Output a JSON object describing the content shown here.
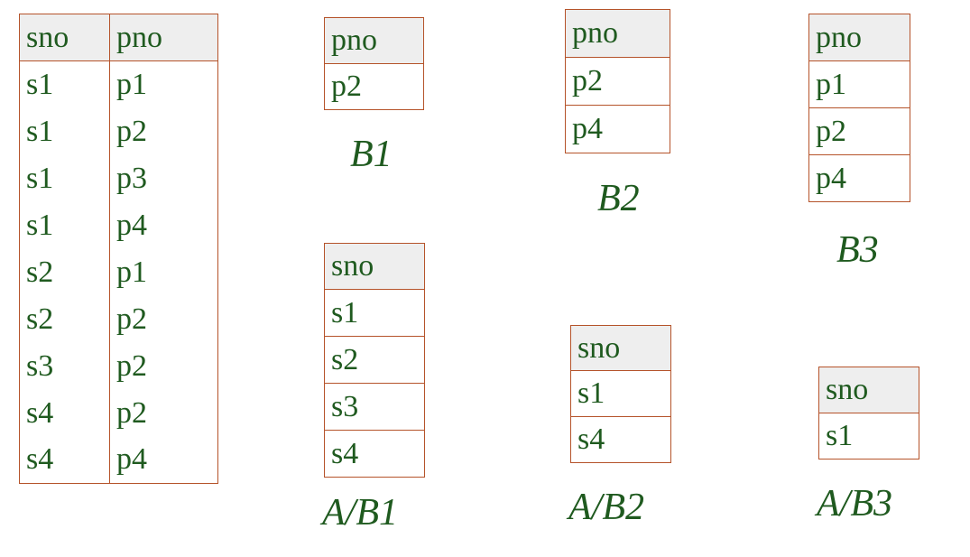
{
  "A": {
    "headers": [
      "sno",
      "pno"
    ],
    "rows": [
      [
        "s1",
        "p1"
      ],
      [
        "s1",
        "p2"
      ],
      [
        "s1",
        "p3"
      ],
      [
        "s1",
        "p4"
      ],
      [
        "s2",
        "p1"
      ],
      [
        "s2",
        "p2"
      ],
      [
        "s3",
        "p2"
      ],
      [
        "s4",
        "p2"
      ],
      [
        "s4",
        "p4"
      ]
    ]
  },
  "B1": {
    "header": "pno",
    "rows": [
      "p2"
    ],
    "label": "B1"
  },
  "B2": {
    "header": "pno",
    "rows": [
      "p2",
      "p4"
    ],
    "label": "B2"
  },
  "B3": {
    "header": "pno",
    "rows": [
      "p1",
      "p2",
      "p4"
    ],
    "label": "B3"
  },
  "AB1": {
    "header": "sno",
    "rows": [
      "s1",
      "s2",
      "s3",
      "s4"
    ],
    "label": "A/B1"
  },
  "AB2": {
    "header": "sno",
    "rows": [
      "s1",
      "s4"
    ],
    "label": "A/B2"
  },
  "AB3": {
    "header": "sno",
    "rows": [
      "s1"
    ],
    "label": "A/B3"
  },
  "colors": {
    "text": "#1f5a1f",
    "border": "#b5532a",
    "header_bg": "#eeeeee"
  }
}
